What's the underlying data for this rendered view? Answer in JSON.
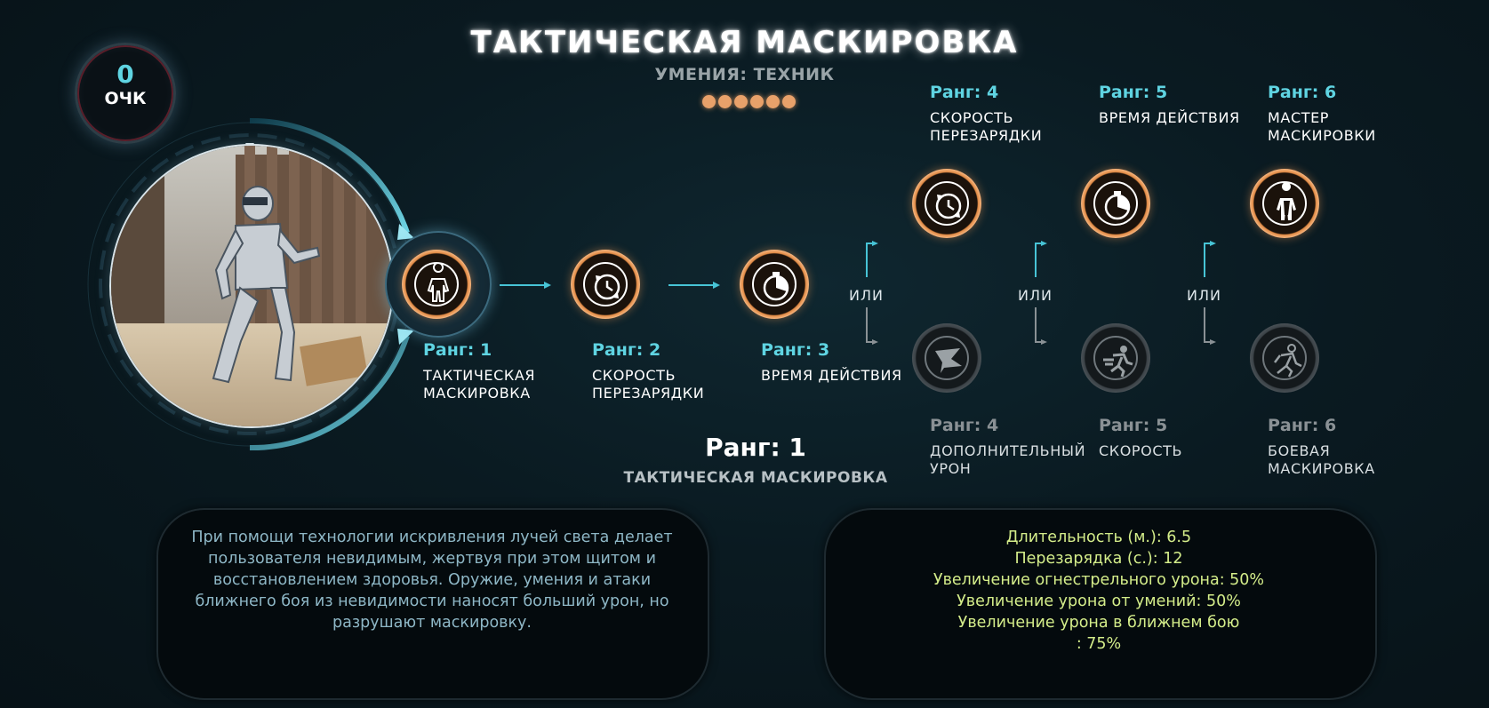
{
  "header": {
    "title": "ТАКТИЧЕСКАЯ МАСКИРОВКА",
    "subtitle": "УМЕНИЯ: ТЕХНИК",
    "level_dots": 6
  },
  "points": {
    "value": "0",
    "label": "ОЧК"
  },
  "skill_tree": {
    "connector_label": "ИЛИ",
    "nodes": [
      {
        "rank": "Ранг: 1",
        "name": "ТАКТИЧЕСКАЯ МАСКИРОВКА",
        "icon": "silhouette-icon",
        "active": true
      },
      {
        "rank": "Ранг: 2",
        "name": "СКОРОСТЬ ПЕРЕЗАРЯДКИ",
        "icon": "recharge-clock-icon",
        "active": true
      },
      {
        "rank": "Ранг: 3",
        "name": "ВРЕМЯ ДЕЙСТВИЯ",
        "icon": "stopwatch-icon",
        "active": true
      },
      {
        "rank": "Ранг: 4",
        "name": "СКОРОСТЬ ПЕРЕЗАРЯДКИ",
        "icon": "recharge-clock-icon",
        "active": true
      },
      {
        "rank": "Ранг: 5",
        "name": "ВРЕМЯ ДЕЙСТВИЯ",
        "icon": "stopwatch-icon",
        "active": true
      },
      {
        "rank": "Ранг: 6",
        "name": "МАСТЕР МАСКИРОВКИ",
        "icon": "cloak-master-icon",
        "active": true
      },
      {
        "rank": "Ранг: 4",
        "name": "ДОПОЛНИТЕЛЬНЫЙ УРОН",
        "icon": "impact-damage-icon",
        "active": false
      },
      {
        "rank": "Ранг: 5",
        "name": "СКОРОСТЬ",
        "icon": "running-speed-icon",
        "active": false
      },
      {
        "rank": "Ранг: 6",
        "name": "БОЕВАЯ МАСКИРОВКА",
        "icon": "combat-cloak-icon",
        "active": false
      }
    ]
  },
  "selected": {
    "rank": "Ранг: 1",
    "name": "ТАКТИЧЕСКАЯ МАСКИРОВКА"
  },
  "description": "При помощи технологии искривления лучей света делает пользователя невидимым, жертвуя при этом щитом и восстановлением здоровья. Оружие, умения и атаки ближнего боя из невидимости наносят больший урон, но разрушают маскировку.",
  "stats": [
    "Длительность (м.): 6.5",
    "Перезарядка (с.): 12",
    "Увеличение огнестрельного урона: 50%",
    "Увеличение урона от умений: 50%",
    "Увеличение урона в ближнем бою",
    ": 75%"
  ],
  "colors": {
    "accent_cyan": "#5fd4e2",
    "active_ring": "#e08a45",
    "stats_text": "#d4ed8a",
    "description_text": "#8eb7c6"
  }
}
